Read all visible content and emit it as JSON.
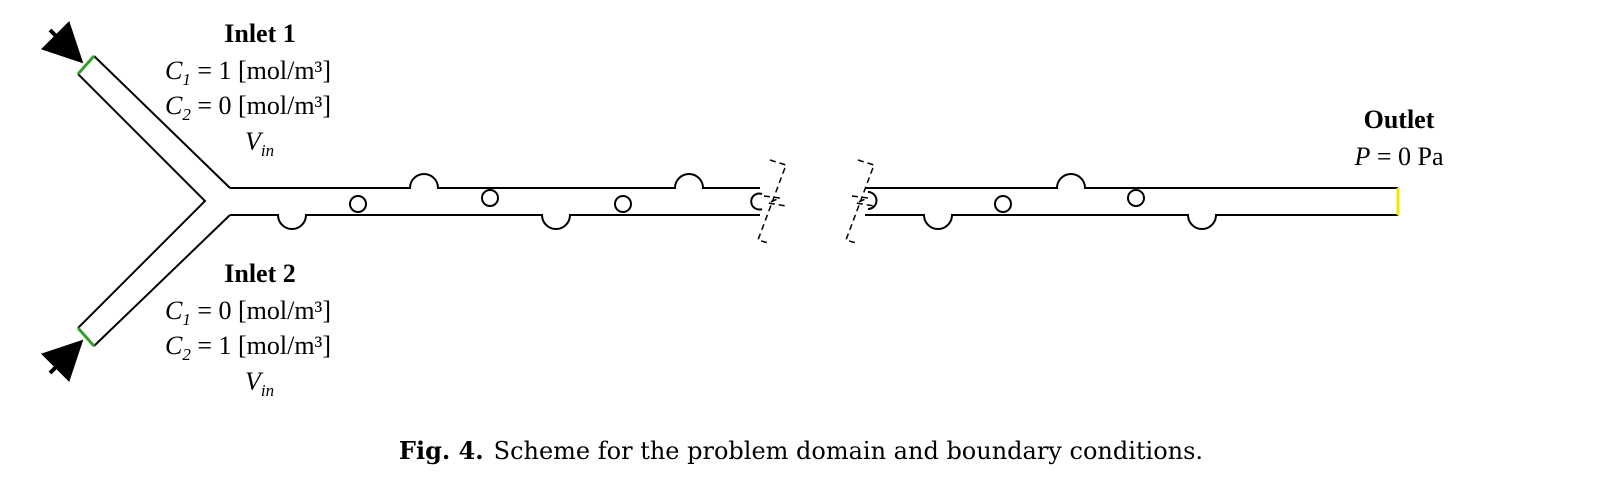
{
  "figure": {
    "inlet1": {
      "title": "Inlet 1",
      "c1_symbol": "C",
      "c1_sub": "1",
      "c1_rest": " = 1 [mol/m³]",
      "c2_symbol": "C",
      "c2_sub": "2",
      "c2_rest": " = 0 [mol/m³]",
      "v_symbol": "V",
      "v_sub": "in"
    },
    "inlet2": {
      "title": "Inlet 2",
      "c1_symbol": "C",
      "c1_sub": "1",
      "c1_rest": " = 0 [mol/m³]",
      "c2_symbol": "C",
      "c2_sub": "2",
      "c2_rest": " = 1 [mol/m³]",
      "v_symbol": "V",
      "v_sub": "in"
    },
    "outlet": {
      "title": "Outlet",
      "p_symbol": "P",
      "p_rest": " = 0 Pa"
    },
    "colors": {
      "inlet_boundary": "#33a02c",
      "outlet_boundary": "#f2e600",
      "channel_line": "#000000"
    }
  },
  "caption": {
    "label": "Fig. 4.",
    "text": "Scheme for the problem domain and boundary conditions."
  }
}
